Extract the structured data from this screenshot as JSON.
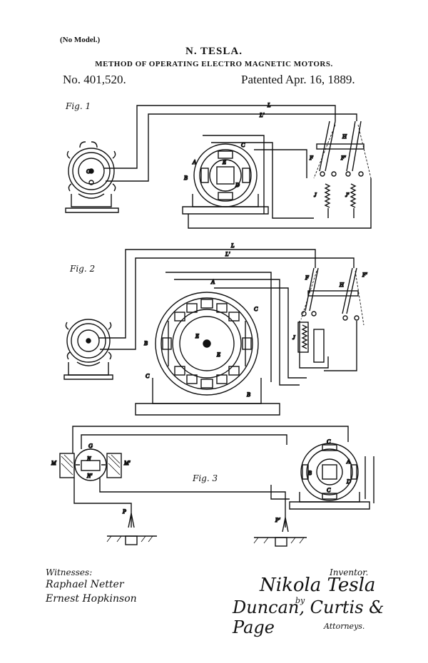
{
  "header": {
    "no_model": "(No Model.)",
    "inventor": "N. TESLA.",
    "title": "METHOD OF OPERATING ELECTRO MAGNETIC MOTORS.",
    "patent_number": "No. 401,520.",
    "patent_date": "Patented Apr. 16, 1889."
  },
  "figures": {
    "fig1": "Fig. 1",
    "fig2": "Fig. 2",
    "fig3": "Fig. 3"
  },
  "footer": {
    "witnesses_label": "Witnesses:",
    "witness1": "Raphael Netter",
    "witness2": "Ernest Hopkinson",
    "inventor_label": "Inventor.",
    "inventor_signature": "Nikola Tesla",
    "by": "by",
    "attorneys_signature": "Duncan, Curtis & Page",
    "attorneys_label": "Attorneys."
  }
}
